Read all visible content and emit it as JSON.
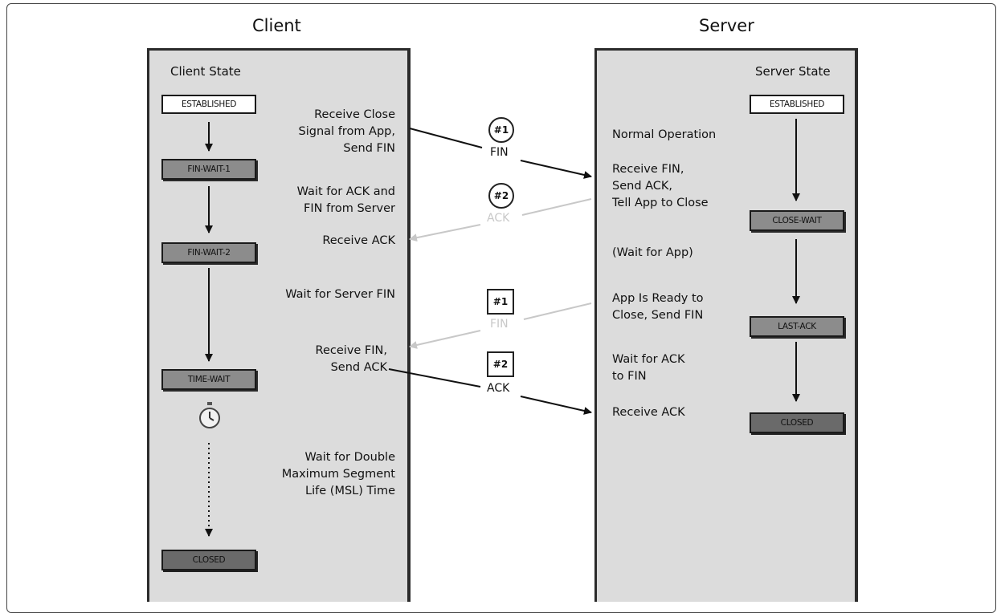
{
  "headings": {
    "client": "Client",
    "server": "Server"
  },
  "client": {
    "state_title": "Client State",
    "states": [
      "ESTABLISHED",
      "FIN-WAIT-1",
      "FIN-WAIT-2",
      "TIME-WAIT",
      "CLOSED"
    ],
    "notes": [
      [
        "Receive Close",
        "Signal from App,",
        "Send FIN"
      ],
      [
        "Wait for ACK and",
        "FIN from Server"
      ],
      [
        "Receive ACK"
      ],
      [
        "Wait for Server FIN"
      ],
      [
        "Receive FIN,",
        "Send ACK"
      ],
      [
        "Wait for Double",
        "Maximum Segment",
        "Life (MSL) Time"
      ]
    ]
  },
  "server": {
    "state_title": "Server State",
    "states": [
      "ESTABLISHED",
      "CLOSE-WAIT",
      "LAST-ACK",
      "CLOSED"
    ],
    "notes": [
      [
        "Normal Operation"
      ],
      [
        "Receive FIN,",
        "Send ACK,",
        "Tell App to Close"
      ],
      [
        "(Wait for App)"
      ],
      [
        "App Is Ready to",
        "Close, Send FIN"
      ],
      [
        "Wait for ACK",
        "to FIN"
      ],
      [
        "Receive ACK"
      ]
    ]
  },
  "messages": [
    {
      "badge": "#1",
      "label": "FIN"
    },
    {
      "badge": "#2",
      "label": "ACK"
    },
    {
      "badge": "#1",
      "label": "FIN"
    },
    {
      "badge": "#2",
      "label": "ACK"
    }
  ],
  "icons": {
    "timer": "stopwatch-icon"
  },
  "colors": {
    "panel": "#dcdcdc",
    "grey_state": "#8c8c8c",
    "dark_state": "#6a6a6a",
    "faded_arrow": "#c8c8c8"
  }
}
